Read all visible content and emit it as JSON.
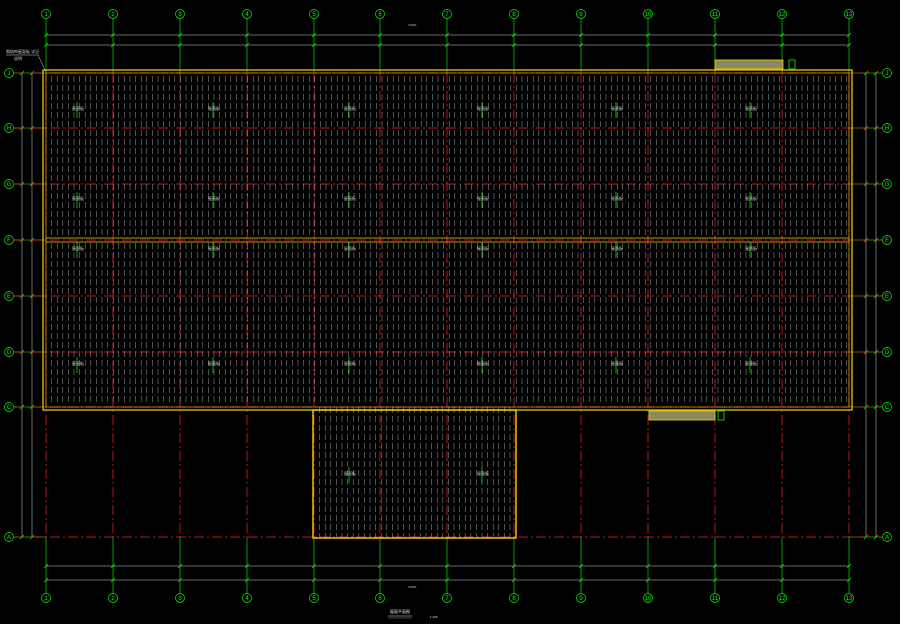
{
  "drawing": {
    "grid_columns": [
      "1",
      "2",
      "3",
      "4",
      "5",
      "6",
      "7",
      "8",
      "9",
      "10",
      "11",
      "12",
      "13"
    ],
    "grid_rows_top_to_bottom": [
      "J",
      "H",
      "G",
      "F",
      "E",
      "D",
      "C",
      "A"
    ],
    "title": "屋面平面图",
    "scale": "1:100",
    "top_callout": "钢结构屋面板  详见",
    "top_callout_sub": "说明",
    "panel_tag": "屋面板",
    "overall_dim": "72000",
    "colors": {
      "grid_line": "#00ff00",
      "axis_line": "#ff2020",
      "roof_outline": "#ffd000",
      "panel_seam": "#e8e8e8",
      "dimension": "#cfcfcf",
      "background": "#000000"
    }
  }
}
